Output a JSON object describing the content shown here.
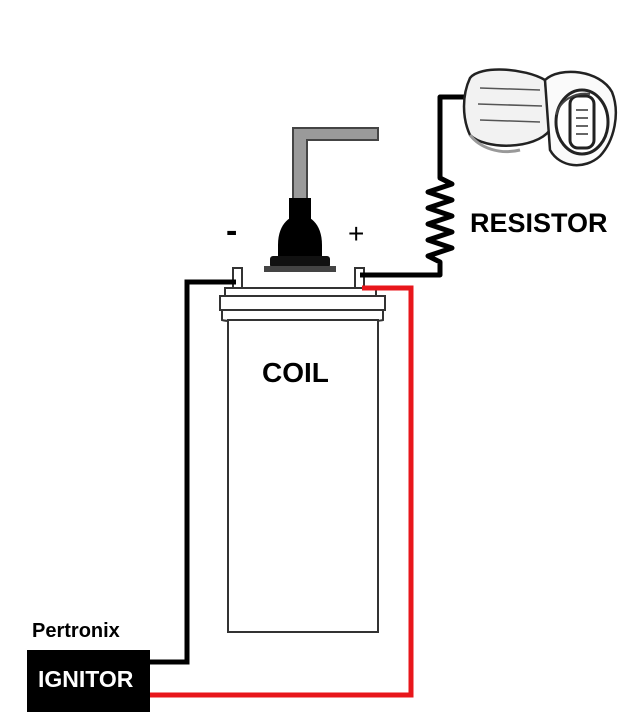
{
  "labels": {
    "resistor": "RESISTOR",
    "coil": "COIL",
    "negative_terminal": "-",
    "positive_terminal": "+",
    "brand": "Pertronix",
    "ignitor": "IGNITOR"
  },
  "colors": {
    "black_wire": "#000000",
    "red_wire": "#e8161b",
    "hv_lead": "#9a9a9a",
    "coil_outline": "#333333",
    "ignitor_box": "#000000"
  }
}
